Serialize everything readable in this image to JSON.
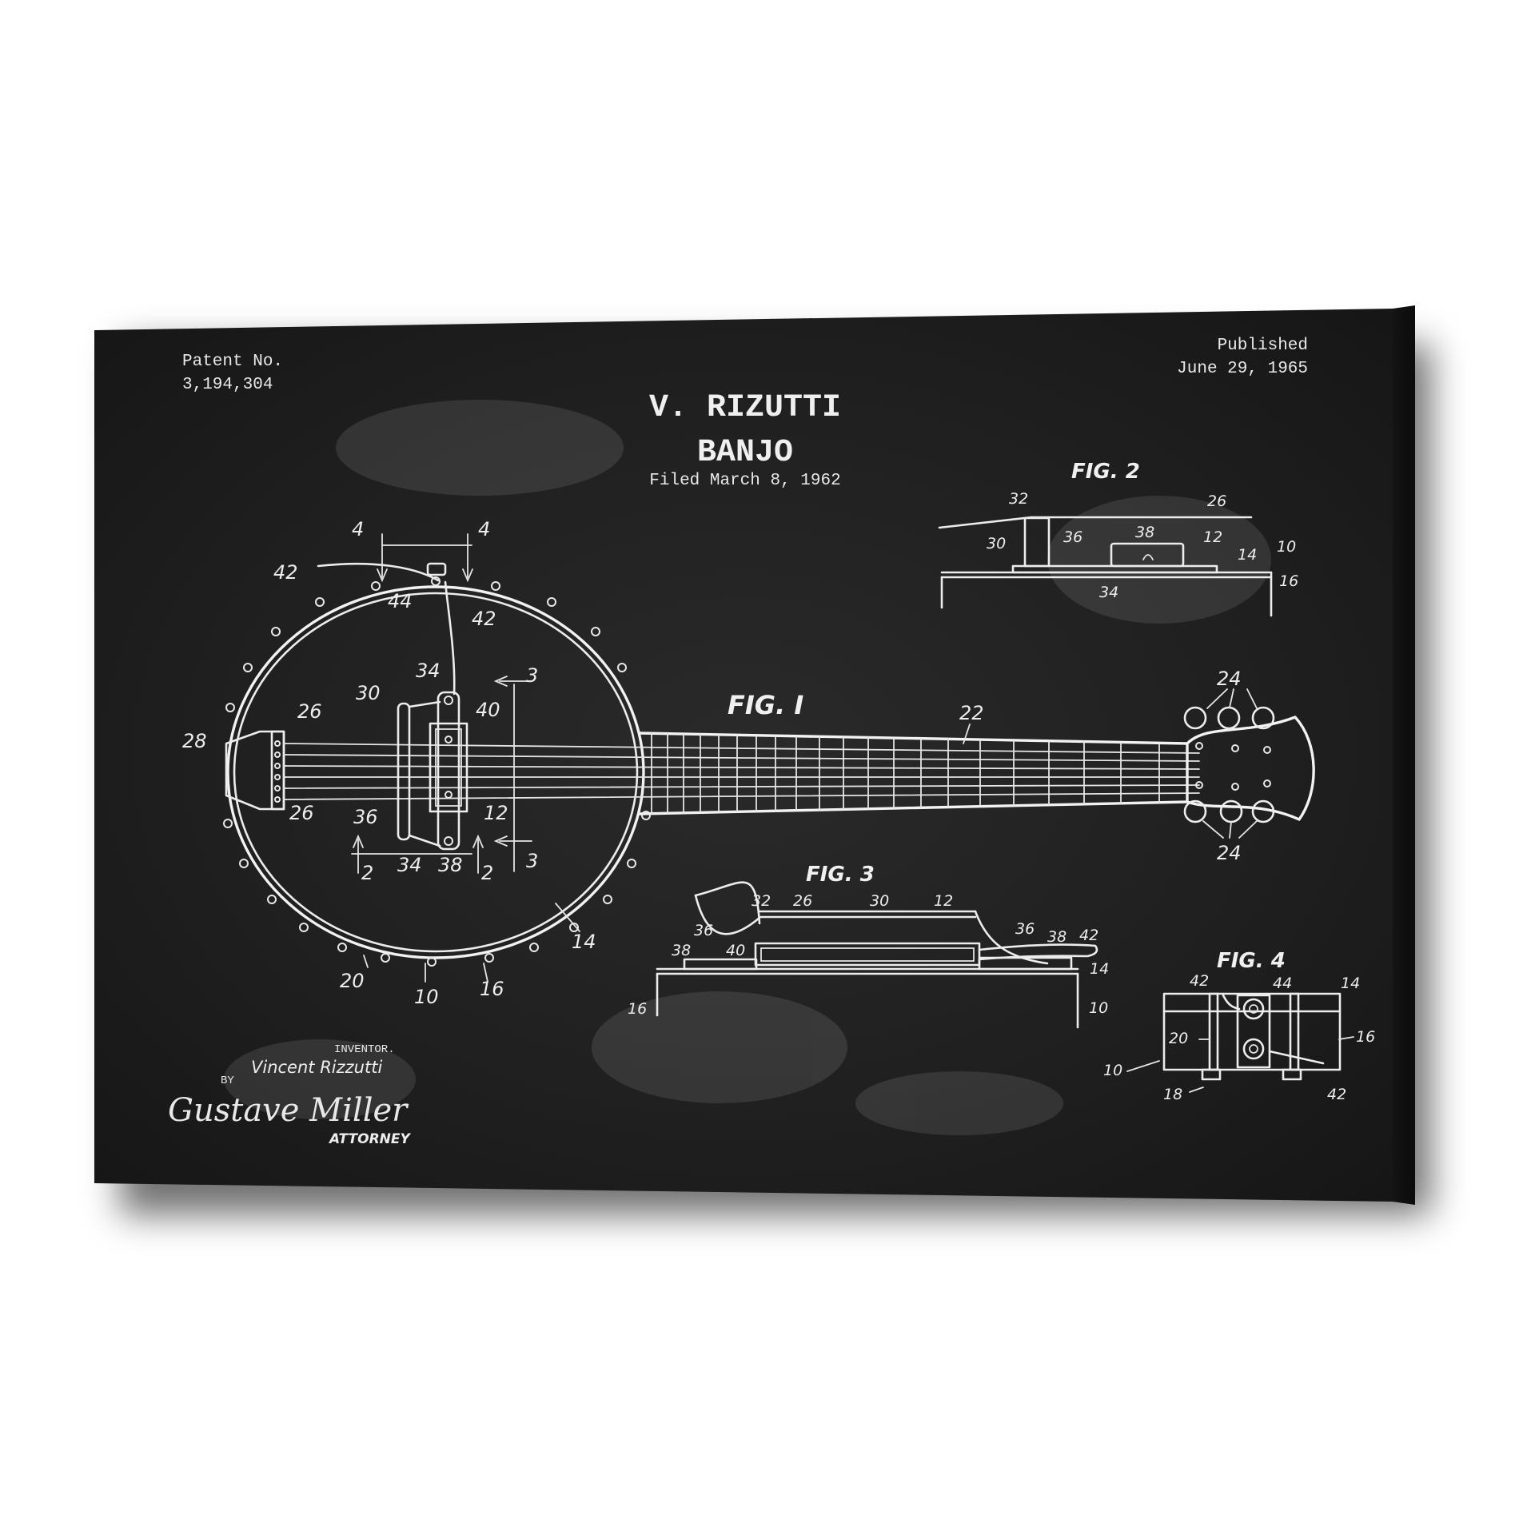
{
  "product": {
    "type": "gallery-wrapped canvas print",
    "style": "chalkboard patent blueprint",
    "colors": {
      "background": "#ffffff",
      "canvas": "#1b1b1b",
      "canvas_edge": "#0f0f0f",
      "ink": "#ececec"
    }
  },
  "header": {
    "patent_label": "Patent No.",
    "patent_number": "3,194,304",
    "published_label": "Published",
    "published_date": "June 29, 1965",
    "inventor_title": "V. RIZUTTI",
    "invention_title": "BANJO",
    "filed": "Filed March 8, 1962"
  },
  "figures": {
    "fig1": {
      "label": "FIG. I",
      "refs": [
        "4",
        "4",
        "42",
        "44",
        "42",
        "34",
        "30",
        "40",
        "26",
        "28",
        "26",
        "36",
        "12",
        "2",
        "34",
        "38",
        "2",
        "3",
        "3",
        "22",
        "24",
        "24",
        "14",
        "20",
        "10",
        "16"
      ]
    },
    "fig2": {
      "label": "FIG. 2",
      "refs": [
        "32",
        "26",
        "30",
        "36",
        "38",
        "12",
        "14",
        "10",
        "34",
        "16"
      ]
    },
    "fig3": {
      "label": "FIG. 3",
      "refs": [
        "32",
        "26",
        "30",
        "12",
        "36",
        "38",
        "40",
        "36",
        "38",
        "42",
        "14",
        "16",
        "10"
      ]
    },
    "fig4": {
      "label": "FIG. 4",
      "refs": [
        "42",
        "44",
        "14",
        "20",
        "16",
        "10",
        "18",
        "42"
      ]
    }
  },
  "signature": {
    "inventor_label": "INVENTOR.",
    "inventor_name": "Vincent Rizzutti",
    "by_label": "BY",
    "attorney_signature": "Gustave Miller",
    "attorney_label": "ATTORNEY"
  }
}
